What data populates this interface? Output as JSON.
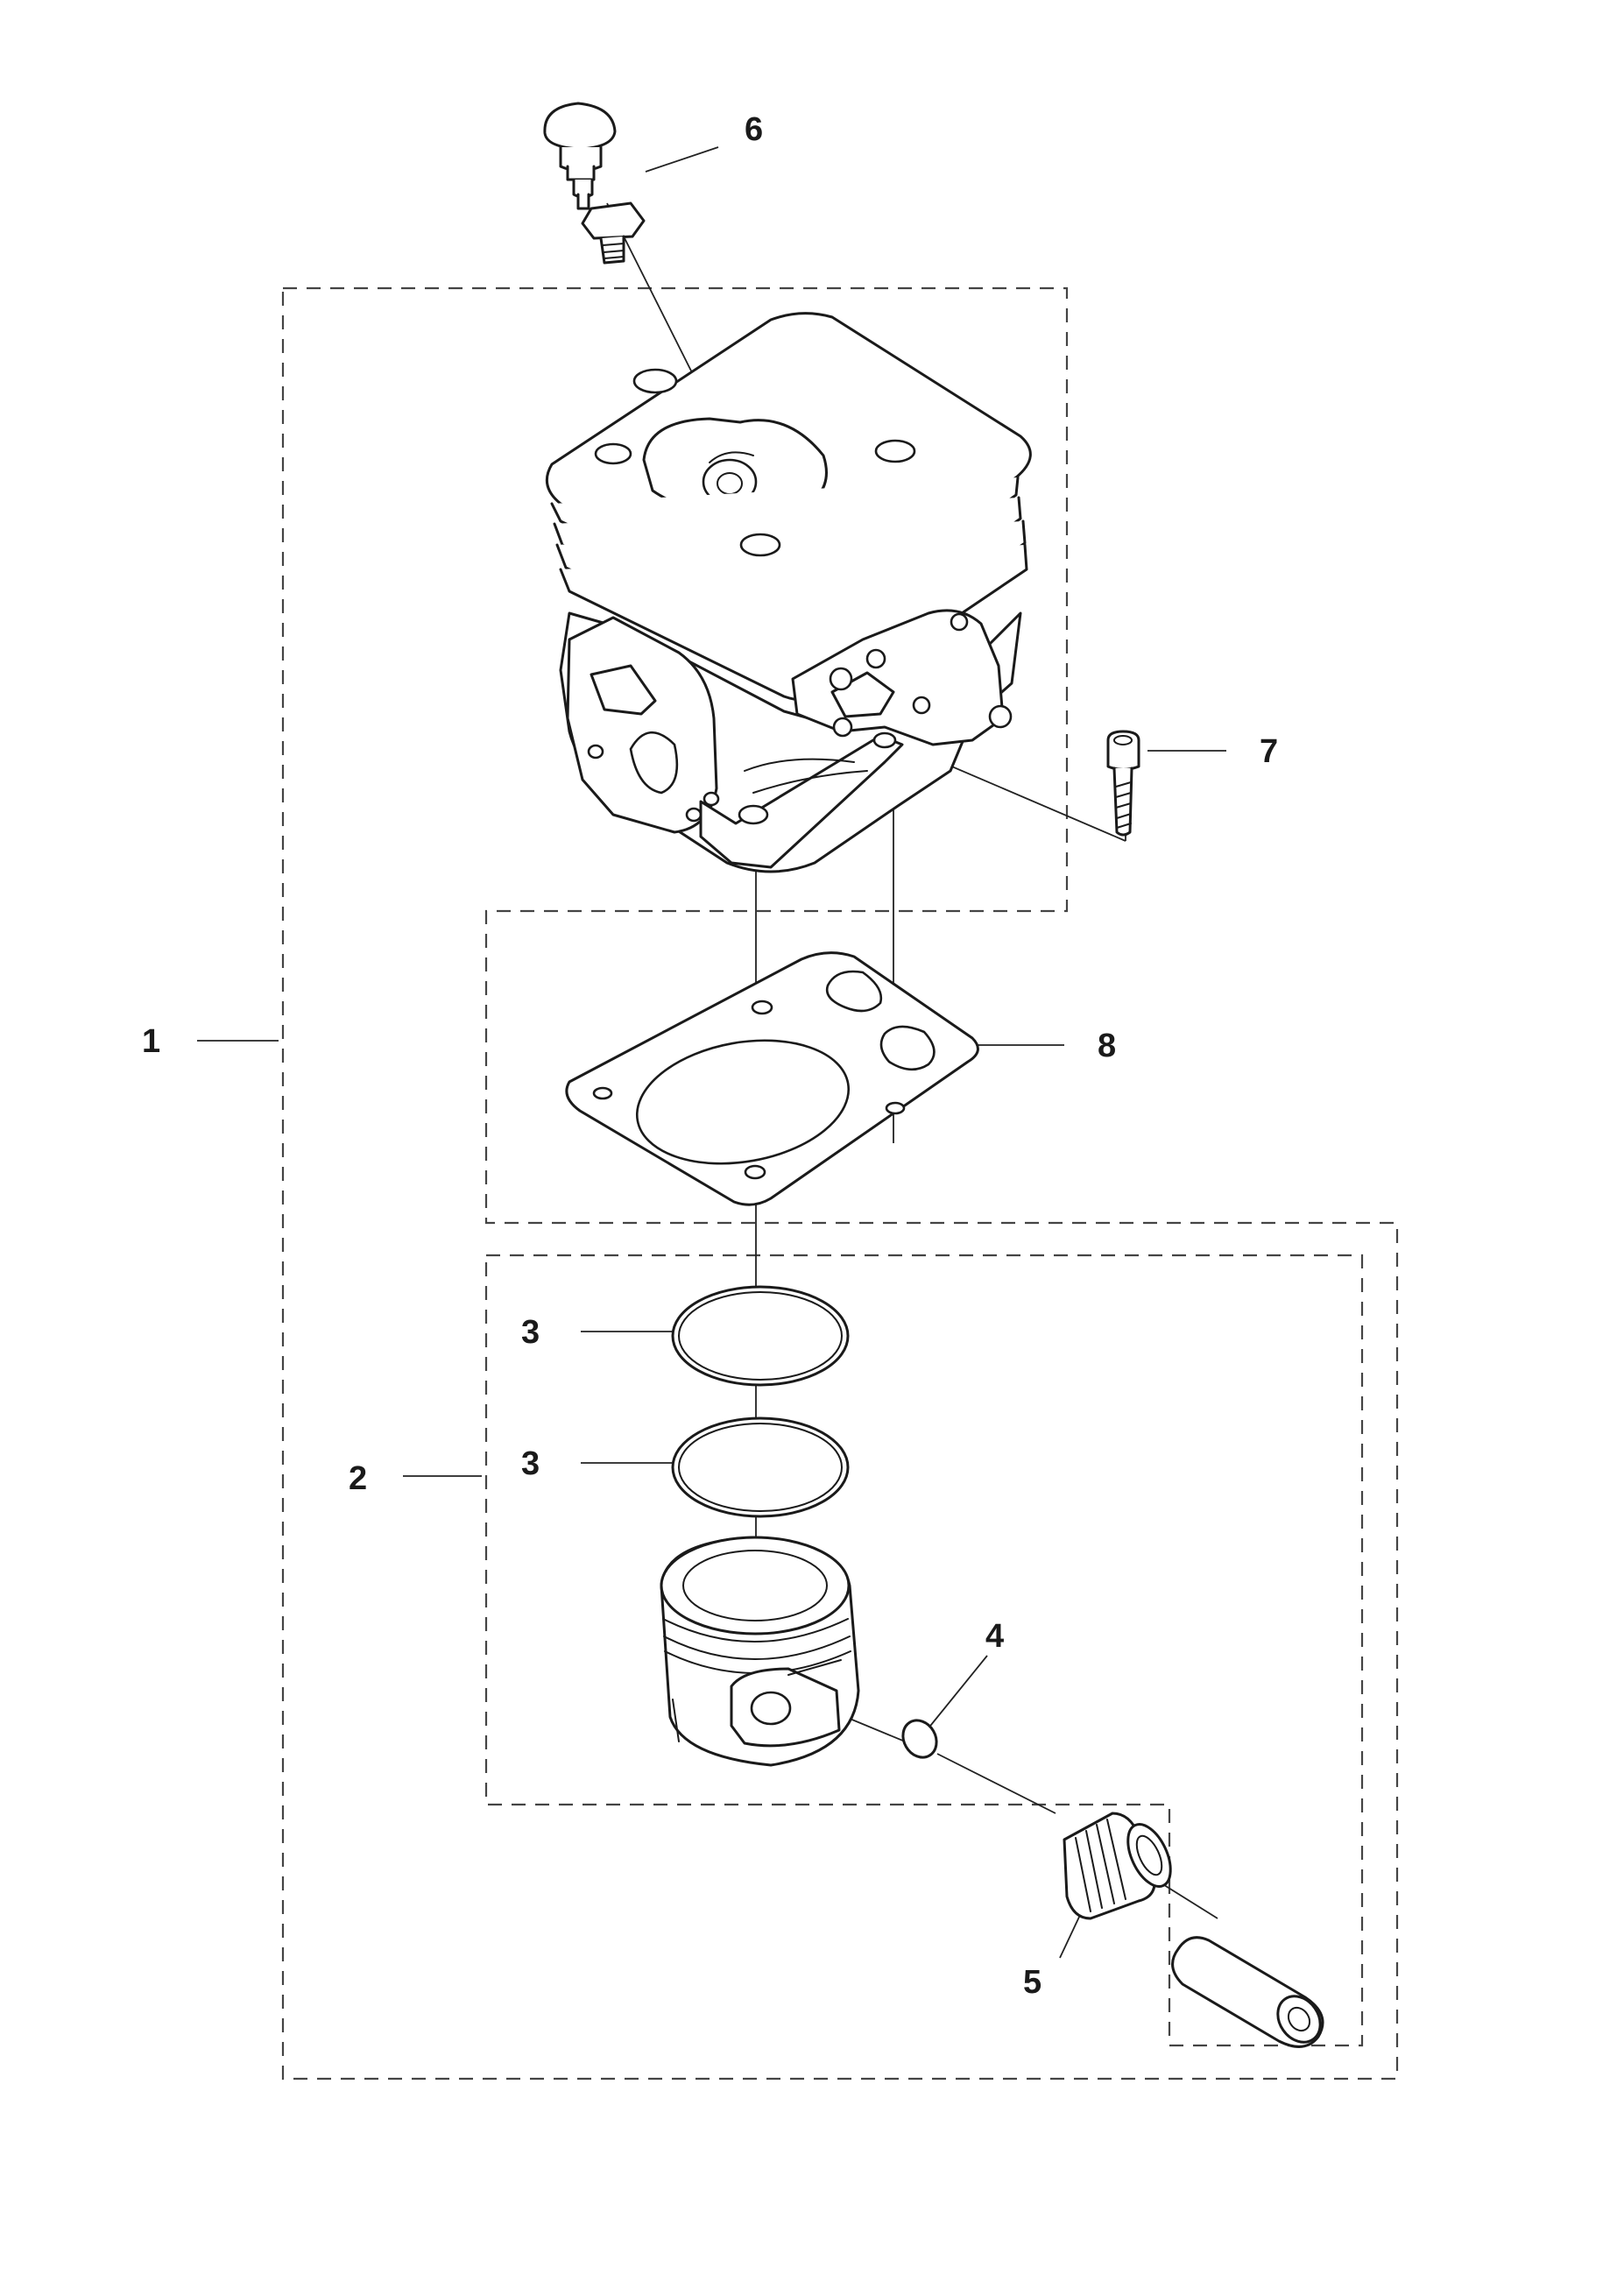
{
  "diagram": {
    "callouts": [
      {
        "id": "1",
        "text": "1"
      },
      {
        "id": "2",
        "text": "2"
      },
      {
        "id": "3a",
        "text": "3"
      },
      {
        "id": "3b",
        "text": "3"
      },
      {
        "id": "4",
        "text": "4"
      },
      {
        "id": "5",
        "text": "5"
      },
      {
        "id": "6",
        "text": "6"
      },
      {
        "id": "7",
        "text": "7"
      },
      {
        "id": "8",
        "text": "8"
      }
    ],
    "parts": [
      {
        "name": "decompression-valve-icon"
      },
      {
        "name": "cylinder-icon"
      },
      {
        "name": "screw-icon"
      },
      {
        "name": "gasket-icon"
      },
      {
        "name": "piston-ring-icon"
      },
      {
        "name": "piston-icon"
      },
      {
        "name": "circlip-icon"
      },
      {
        "name": "needle-bearing-icon"
      },
      {
        "name": "piston-pin-icon"
      }
    ]
  }
}
